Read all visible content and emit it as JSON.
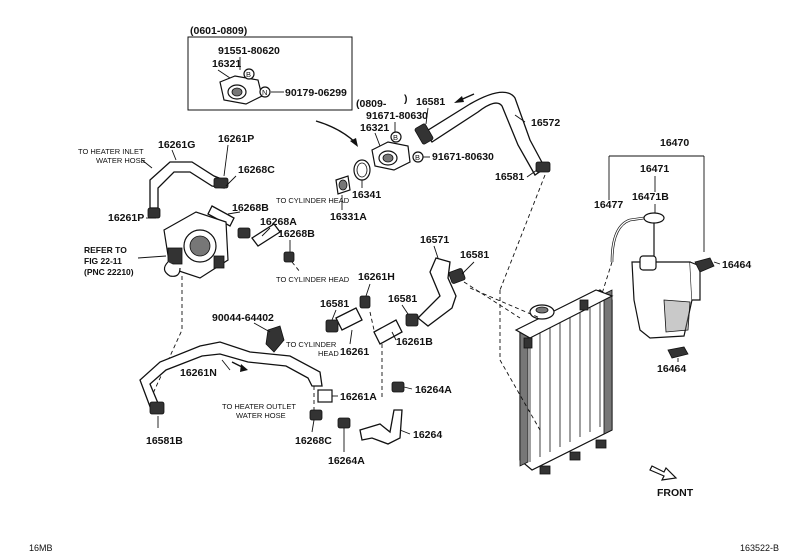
{
  "variant_box": {
    "range": "(0601-0809)",
    "parts": [
      "91551-80620",
      "16321",
      "90179-06299"
    ],
    "markers": [
      "B",
      "N"
    ]
  },
  "upper_outlet": {
    "range": "(0809-",
    "close_paren": ")",
    "parts": [
      "91671-80630",
      "16321",
      "91671-80630",
      "16341",
      "16331A"
    ],
    "markers": [
      "B",
      "B"
    ]
  },
  "upper_hose": {
    "parts": [
      "16581",
      "16572",
      "16581"
    ]
  },
  "reservoir": {
    "parts": [
      "16470",
      "16471",
      "16471B",
      "16477",
      "16464",
      "16464"
    ]
  },
  "heater_lines": {
    "parts": [
      "16261G",
      "16261P",
      "16268C",
      "16268B",
      "16261P",
      "16268A",
      "16268B"
    ],
    "notes": {
      "heater_inlet": [
        "TO HEATER INLET",
        "WATER HOSE"
      ],
      "cyl_head_1": "TO CYLINDER HEAD",
      "cyl_head_2": "TO CYLINDER HEAD",
      "cyl_head_3": [
        "TO CYLINDER",
        "HEAD"
      ],
      "heater_outlet": [
        "TO HEATER OUTLET",
        "WATER HOSE"
      ]
    }
  },
  "refer": [
    "REFER TO",
    "FIG 22-11",
    "(PNC 22210)"
  ],
  "lower_hose": {
    "parts": [
      "16571",
      "16581",
      "16261H",
      "16581",
      "16581",
      "16261",
      "16261B"
    ]
  },
  "bypass": {
    "parts": [
      "90044-64402",
      "16261N",
      "16264A",
      "16261A",
      "16268C",
      "16264A",
      "16264",
      "16581B"
    ]
  },
  "front_label": "FRONT",
  "footer": {
    "left": "16MB",
    "right": "163522-B"
  }
}
